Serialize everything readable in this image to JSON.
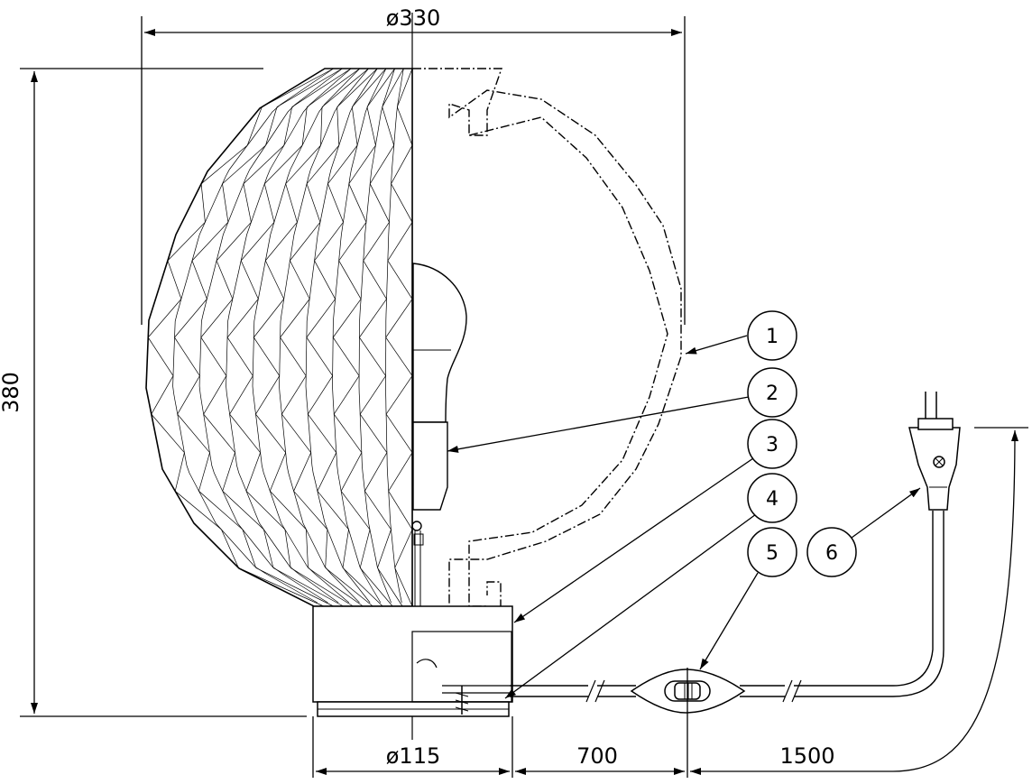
{
  "dimensions": {
    "shade_diameter": "ø330",
    "total_height": "380",
    "base_diameter": "ø115",
    "cord_to_switch": "700",
    "switch_to_plug": "1500"
  },
  "callouts": [
    "1",
    "2",
    "3",
    "4",
    "5",
    "6"
  ],
  "colors": {
    "line": "#000000",
    "background": "#ffffff"
  }
}
